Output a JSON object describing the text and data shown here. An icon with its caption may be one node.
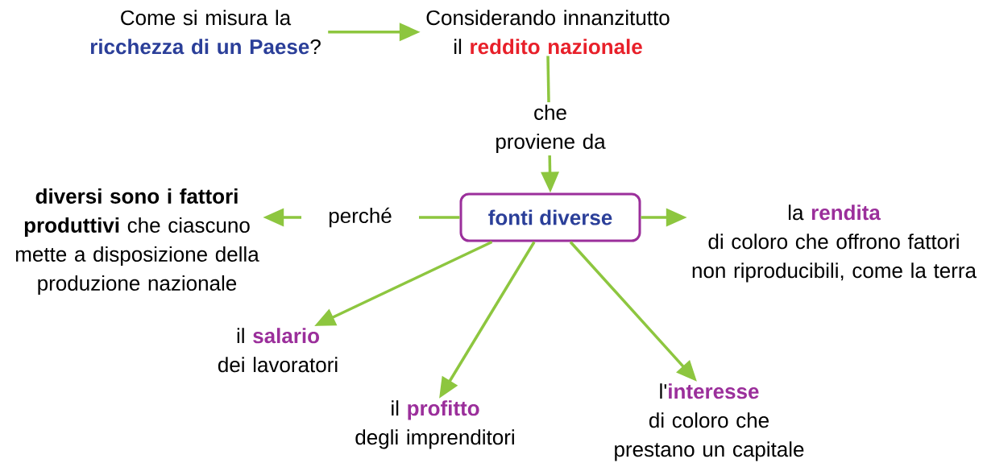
{
  "diagram": {
    "nodes": [
      {
        "text": [
          "Come si misura la **ricchezza di un Paese**?"
        ]
      },
      {
        "text": [
          "Considerando innanzitutto il **reddito nazionale**"
        ]
      },
      {
        "text": [
          "fonti diverse"
        ]
      },
      {
        "text": [
          "**diversi sono i fattori produttivi** che ciascuno mette a disposizione della produzione nazionale"
        ]
      },
      {
        "text": [
          "la **rendita**",
          "di coloro che offrono fattori non riproducibili, come la terra"
        ]
      },
      {
        "text": [
          "il **salario**",
          "dei lavoratori"
        ]
      },
      {
        "text": [
          "il **profitto**",
          "degli imprenditori"
        ]
      },
      {
        "text": [
          "l'**interesse**",
          "di coloro che prestano un capitale"
        ]
      }
    ],
    "edges": [
      {
        "from": 0,
        "to": 1,
        "arrow": "to"
      },
      {
        "from": 1,
        "to": 2,
        "arrow": "to",
        "label": "che proviene da"
      },
      {
        "from": 2,
        "to": 3,
        "arrow": "to",
        "label": "perché"
      },
      {
        "from": 2,
        "to": 4,
        "arrow": "to"
      },
      {
        "from": 2,
        "to": 5,
        "arrow": "to"
      },
      {
        "from": 2,
        "to": 6,
        "arrow": "to"
      },
      {
        "from": 2,
        "to": 7,
        "arrow": "to"
      }
    ]
  }
}
